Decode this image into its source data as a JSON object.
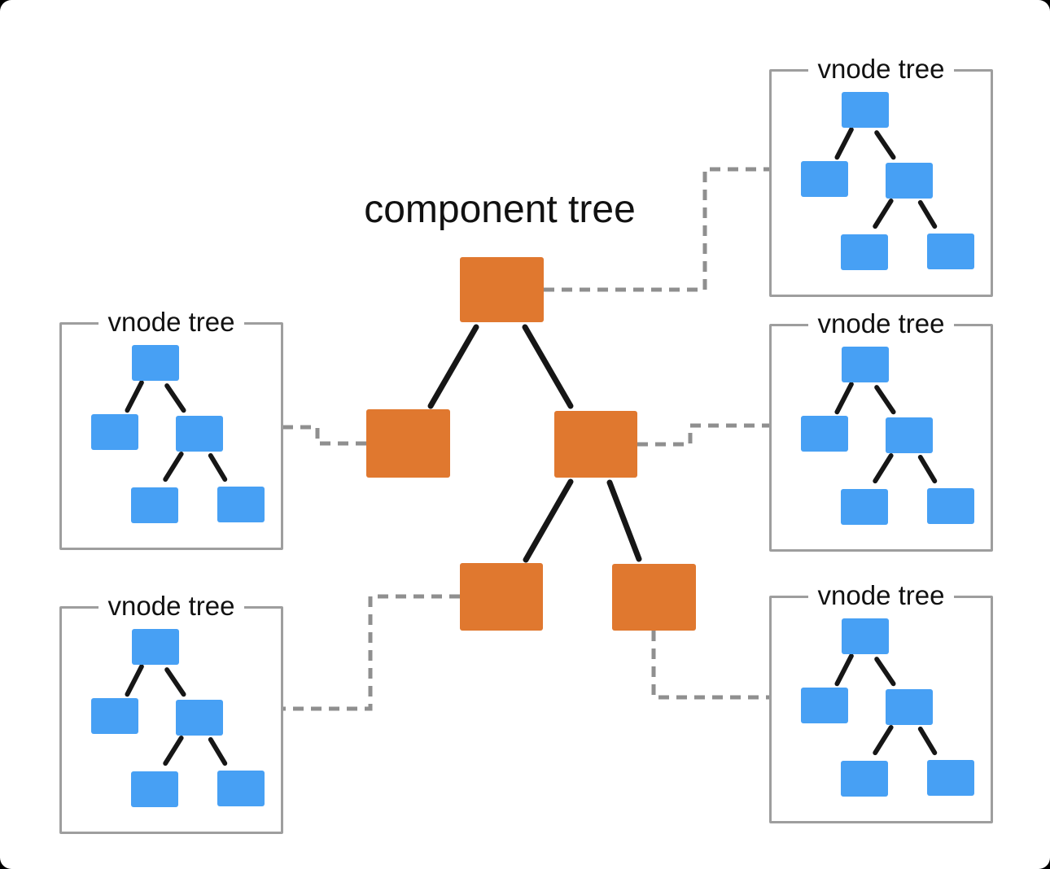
{
  "title": "component tree",
  "colors": {
    "orange": "#E0782F",
    "blue": "#47A0F4",
    "box-border": "#9E9E9E",
    "dash": "#8F8F8F",
    "edge": "#161616",
    "text": "#111111",
    "canvas": "#FFFFFF",
    "page": "#000000"
  },
  "component_tree": {
    "label": "component tree",
    "node_count": 5
  },
  "vnode_trees": [
    {
      "id": "top-right",
      "label": "vnode tree",
      "node_count": 5
    },
    {
      "id": "middle-right",
      "label": "vnode tree",
      "node_count": 5
    },
    {
      "id": "bottom-right",
      "label": "vnode tree",
      "node_count": 5
    },
    {
      "id": "middle-left",
      "label": "vnode tree",
      "node_count": 5
    },
    {
      "id": "bottom-left",
      "label": "vnode tree",
      "node_count": 5
    }
  ]
}
